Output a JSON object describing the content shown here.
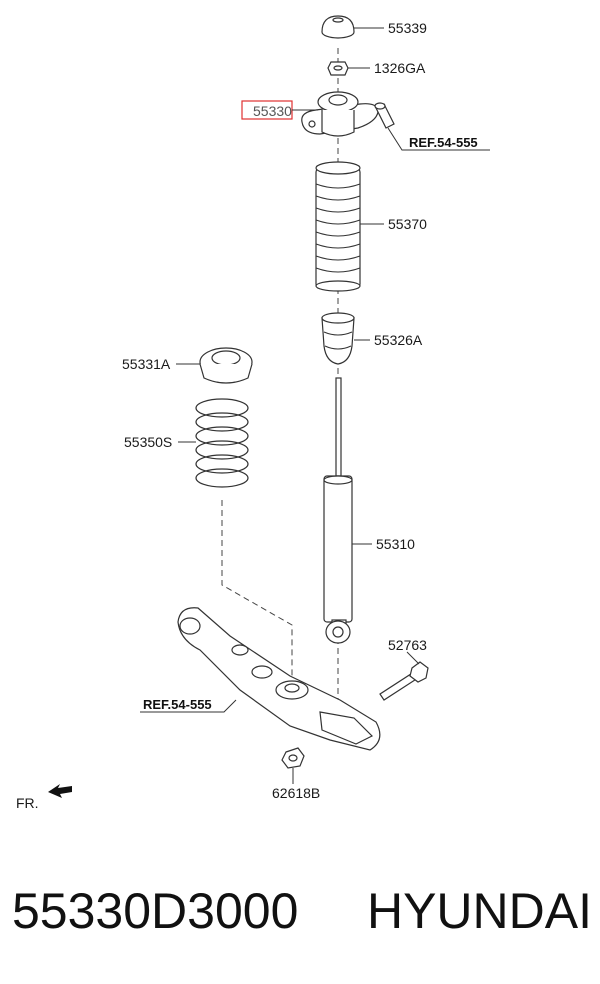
{
  "parts": {
    "p55339": "55339",
    "p1326GA": "1326GA",
    "p55330": "55330",
    "ref_top": "REF.54-555",
    "p55370": "55370",
    "p55326A": "55326A",
    "p55331A": "55331A",
    "p55350S": "55350S",
    "p55310": "55310",
    "p52763": "52763",
    "ref_arm": "REF.54-555",
    "p62618B": "62618B",
    "fr": "FR."
  },
  "highlight_color": "#e03030",
  "caption": {
    "part_number": "55330D3000",
    "brand": "HYUNDAI"
  }
}
